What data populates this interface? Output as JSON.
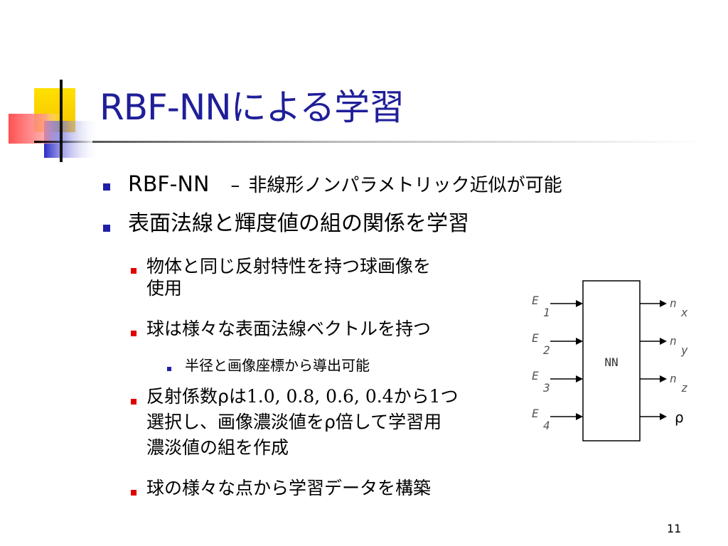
{
  "title": "RBF-NNによる学習",
  "bullets": [
    {
      "text": "RBF-NN",
      "dash": "–",
      "desc": "非線形ノンパラメトリック近似が可能"
    },
    {
      "text": "表面法線と輝度値の組の関係を学習"
    }
  ],
  "subbullets": {
    "a_line1": "物体と同じ反射特性を持つ球画像を",
    "a_line2": "使用",
    "b": "球は様々な表面法線ベクトルを持つ",
    "b_sub": "半径と画像座標から導出可能",
    "c_line1_pre": "反射係数ρは",
    "c_line1_nums": "1.0, 0.8, 0.6, 0.4",
    "c_line1_post": "から",
    "c_line1_num2": "1",
    "c_line1_end": "つ",
    "c_line2": "選択し、画像濃淡値をρ倍して学習用",
    "c_line3": "濃淡値の組を作成",
    "d": "球の様々な点から学習データを構築"
  },
  "diagram": {
    "box_label": "NN",
    "inputs": [
      {
        "letter": "E",
        "index": "1"
      },
      {
        "letter": "E",
        "index": "2"
      },
      {
        "letter": "E",
        "index": "3"
      },
      {
        "letter": "E",
        "index": "4"
      }
    ],
    "outputs": [
      {
        "letter": "n",
        "index": "x"
      },
      {
        "letter": "n",
        "index": "y"
      },
      {
        "letter": "n",
        "index": "z"
      },
      {
        "letter": "ρ",
        "index": ""
      }
    ]
  },
  "page_number": "11",
  "colors": {
    "title": "#1f1f99",
    "deco_yellow": "#ffd800",
    "deco_blue": "#3333cc",
    "deco_red": "#ff4444",
    "bullet_red": "#e00000"
  }
}
